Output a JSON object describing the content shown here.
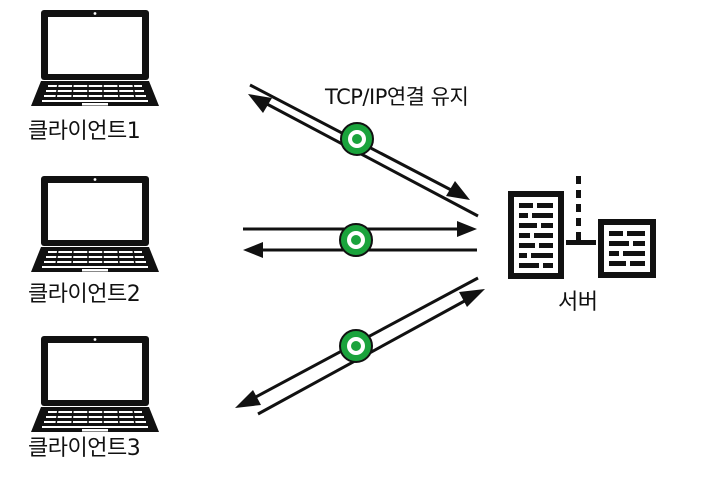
{
  "clients": [
    {
      "label": "클라이언트1",
      "icon": "laptop-icon"
    },
    {
      "label": "클라이언트2",
      "icon": "laptop-icon"
    },
    {
      "label": "클라이언트3",
      "icon": "laptop-icon"
    }
  ],
  "connection_label": "TCP/IP연결 유지",
  "server": {
    "label": "서버",
    "icon": "server-icon"
  },
  "colors": {
    "ink": "#111111",
    "accent": "#1aa33c",
    "screen": "#ffffff"
  }
}
